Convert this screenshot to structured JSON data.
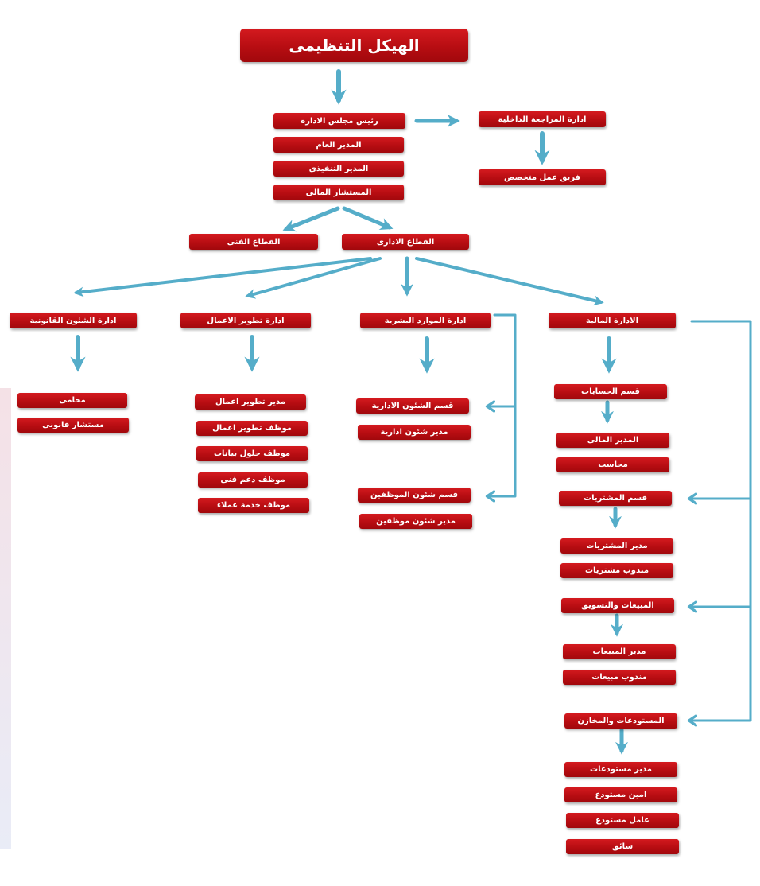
{
  "colors": {
    "box": "#c0141a",
    "connector": "#55adc9"
  },
  "chart": {
    "title": "الهيكل التنظيمى",
    "board": {
      "chairman": "رئيس مجلس الادارة",
      "general_manager": "المدير العام",
      "executive_manager": "المدير التنفيذى",
      "financial_advisor": "المستشار المالى"
    },
    "internal_audit": {
      "department": "ادارة المراجعة الداخلية",
      "team": "فريق عمل متخصص"
    },
    "sectors": {
      "technical": "القطاع الفنى",
      "administrative": "القطاع الادارى"
    },
    "legal": {
      "department": "ادارة الشئون القانونية",
      "items": [
        "محامى",
        "مستشار قانونى"
      ]
    },
    "business_dev": {
      "department": "ادارة تطوير الاعمال",
      "items": [
        "مدير تطوير اعمال",
        "موظف تطوير اعمال",
        "موظف حلول بيانات",
        "موظف دعم فنى",
        "موظف خدمة عملاء"
      ]
    },
    "hr": {
      "department": "ادارة الموارد البشرية",
      "admin_affairs": "قسم الشئون الادارية",
      "admin_affairs_manager": "مدير شئون ادارية",
      "employee_affairs": "قسم شئون الموظفين",
      "employee_affairs_manager": "مدير شئون موظفين"
    },
    "finance": {
      "department": "الادارة المالية",
      "accounts": {
        "name": "قسم الحسابات",
        "items": [
          "المدير المالى",
          "محاسب"
        ]
      },
      "purchasing": {
        "name": "قسم المشتريات",
        "items": [
          "مدير المشتريات",
          "مندوب مشتريات"
        ]
      },
      "sales": {
        "name": "المبيعات والتسويق",
        "items": [
          "مدير المبيعات",
          "مندوب مبيعات"
        ]
      },
      "warehouses": {
        "name": "المستودعات والمخازن",
        "items": [
          "مدير مستودعات",
          "امين مستودع",
          "عامل مستودع",
          "سائق"
        ]
      }
    }
  }
}
